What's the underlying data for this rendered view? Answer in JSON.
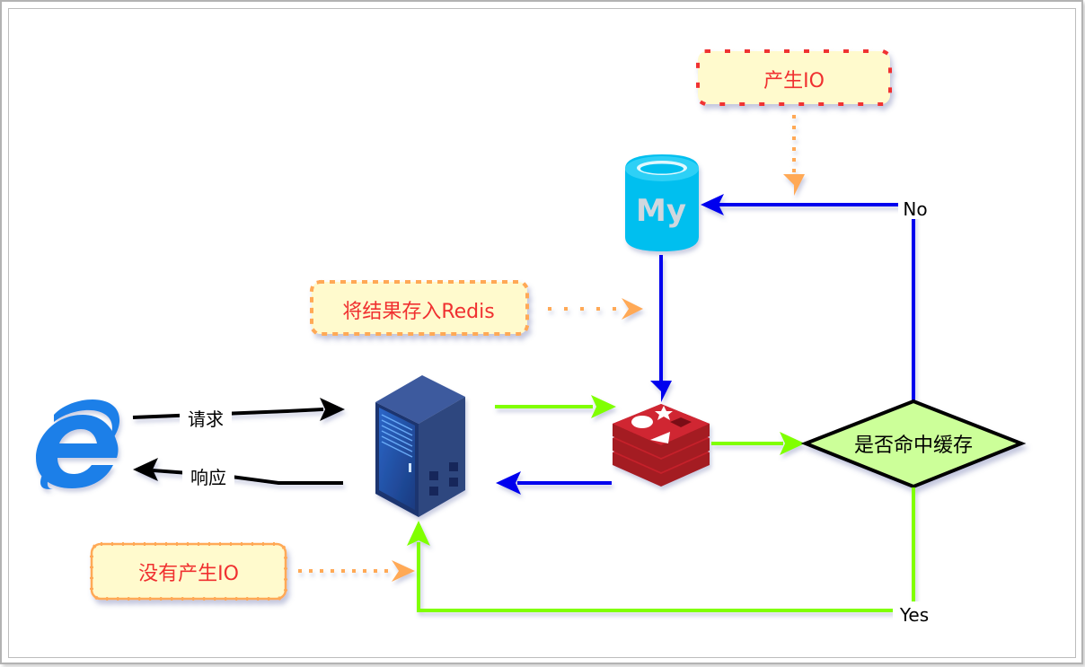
{
  "diagram": {
    "notes": {
      "io_generated": "产生IO",
      "store_result": "将结果存入Redis",
      "no_io": "没有产生IO"
    },
    "edge_labels": {
      "request": "请求",
      "response": "响应",
      "no": "No",
      "yes": "Yes"
    },
    "decision": {
      "label": "是否命中缓存"
    },
    "nodes": {
      "browser": "browser",
      "server": "app-server",
      "redis": "redis",
      "mysql": "mysql"
    },
    "mysql_logo_text": "My",
    "colors": {
      "request_arrow": "#000000",
      "cache_flow": "#80ff00",
      "db_flow": "#0000ee",
      "note_fill": "#fffacd",
      "note_text": "#f03030",
      "note_border_red": "#f03030",
      "note_border_orange": "#ffa957",
      "decision_fill": "#ccff99",
      "redis_red": "#c4202b",
      "mysql_blue": "#00bfef",
      "server_blue": "#2f4a86",
      "ie_blue": "#1e7fe8"
    }
  }
}
